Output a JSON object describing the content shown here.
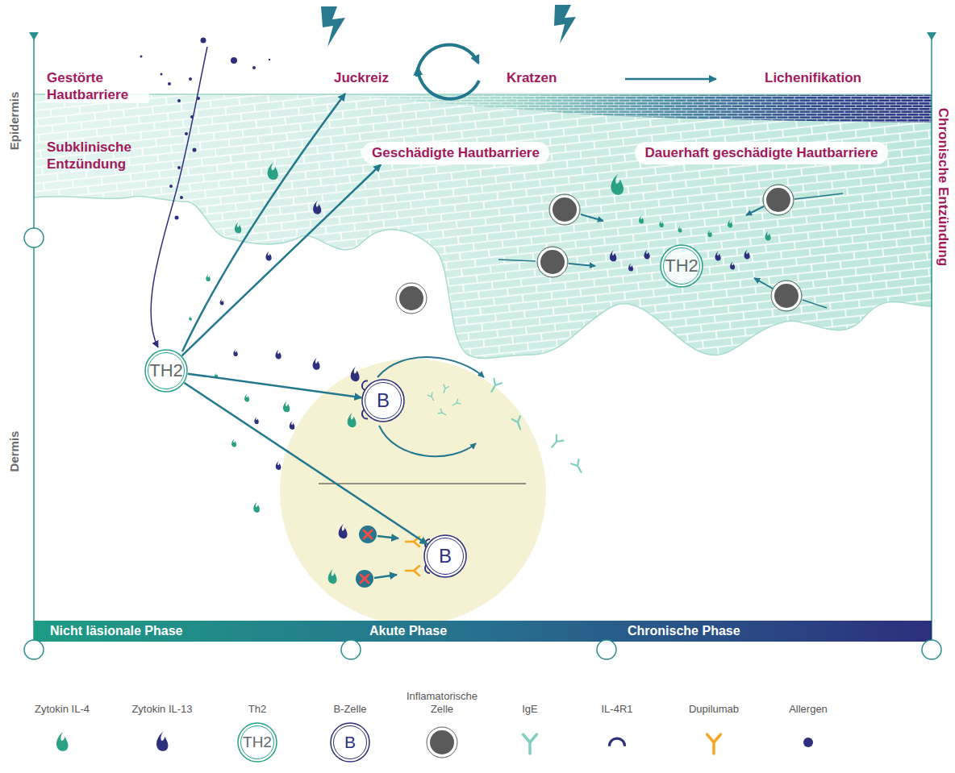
{
  "diagram": {
    "nodes": [
      {
        "text": [
          "Geschädigte Hautbarriere"
        ]
      },
      {
        "text": [
          "Dauerhaft geschädigte Hautbarriere"
        ]
      },
      {
        "text": [
          "TH2"
        ]
      },
      {
        "text": [
          "TH2"
        ]
      },
      {
        "text": [
          "B"
        ]
      },
      {
        "text": [
          "B"
        ]
      }
    ],
    "edges": [
      {
        "from": 3,
        "to": 0,
        "arrow": "to"
      },
      {
        "from": 3,
        "to": 4,
        "arrow": "to"
      },
      {
        "from": 3,
        "to": 5,
        "arrow": "to"
      }
    ],
    "labels": [
      "Epidermis",
      "Dermis",
      "Gestörte Hautbarriere",
      "Subklinische Entzündung",
      "Juckreiz",
      "Kratzen",
      "Lichenifikation",
      "Chronische Entzündung",
      "Nicht läsionale Phase",
      "Akute Phase",
      "Chronische Phase",
      "TH2",
      "B"
    ],
    "legend": [
      {
        "text": "Zytokin IL-4"
      },
      {
        "text": "Zytokin IL-13"
      },
      {
        "text": "Th2"
      },
      {
        "text": "B-Zelle"
      },
      {
        "text": "Inflamatorische Zelle"
      },
      {
        "text": "IgE"
      },
      {
        "text": "IL-4R1"
      },
      {
        "text": "Dupilumab"
      },
      {
        "text": "Allergen"
      }
    ]
  }
}
